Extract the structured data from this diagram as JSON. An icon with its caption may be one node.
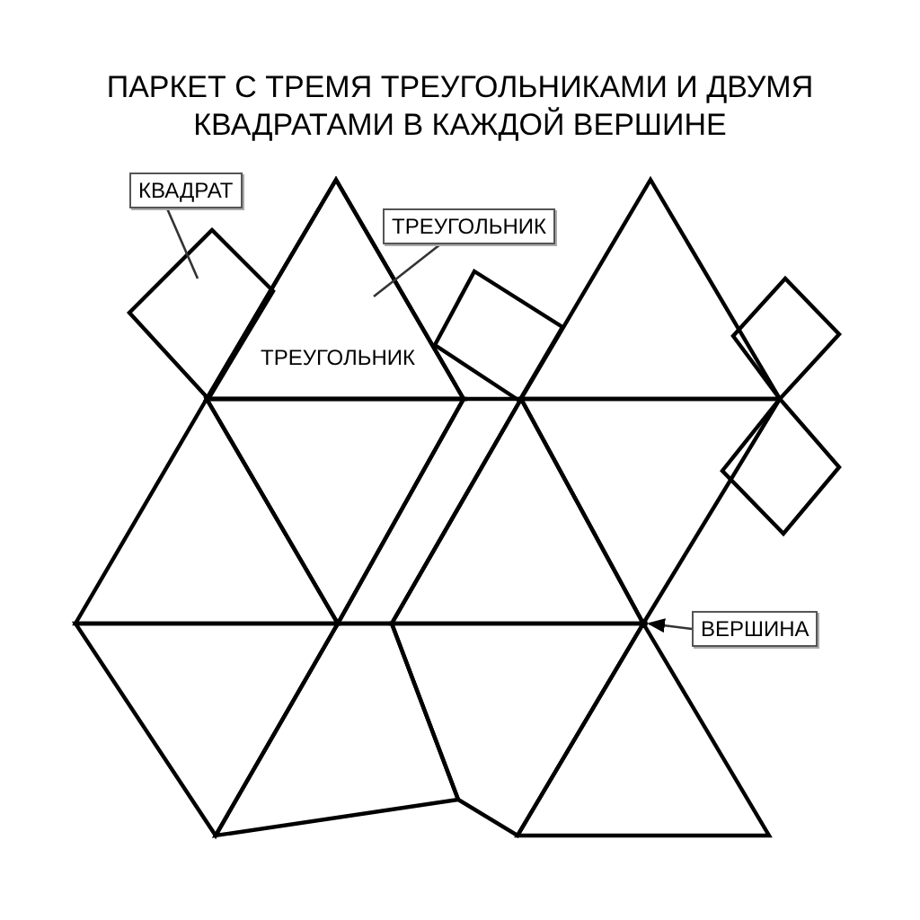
{
  "diagram": {
    "title": "ПАРКЕТ С ТРЕМЯ ТРЕУГОЛЬНИКАМИ И ДВУМЯ КВАДРАТАМИ В КАЖДОЙ ВЕРШИНЕ",
    "nodes": [
      {
        "text": [
          "КВАДРАТ"
        ]
      },
      {
        "text": [],
        "shape": "box"
      },
      {
        "text": [
          "ТРЕУГОЛЬНИК"
        ]
      },
      {
        "text": [
          "ТРЕУГОЛЬНИК"
        ]
      },
      {
        "text": [
          "ВЕРШИНА"
        ]
      },
      {
        "text": [],
        "shape": "point"
      }
    ],
    "edges": [
      {
        "from": 0,
        "to": 1,
        "arrow": "none"
      },
      {
        "from": 2,
        "to": 3,
        "arrow": "none"
      },
      {
        "from": 4,
        "to": 5,
        "arrow": "to"
      }
    ]
  }
}
